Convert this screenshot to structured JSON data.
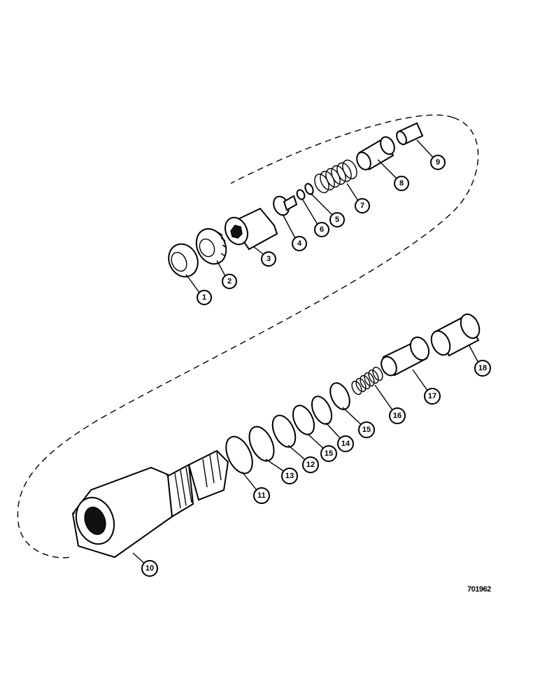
{
  "callouts": [
    {
      "id": "c1",
      "label": "1"
    },
    {
      "id": "c2",
      "label": "2"
    },
    {
      "id": "c3",
      "label": "3"
    },
    {
      "id": "c4",
      "label": "4"
    },
    {
      "id": "c6a",
      "label": "6"
    },
    {
      "id": "c5",
      "label": "5"
    },
    {
      "id": "c7",
      "label": "7"
    },
    {
      "id": "c8",
      "label": "8"
    },
    {
      "id": "c9",
      "label": "9"
    },
    {
      "id": "c10",
      "label": "10"
    },
    {
      "id": "c11",
      "label": "11"
    },
    {
      "id": "c13",
      "label": "13"
    },
    {
      "id": "c12",
      "label": "12"
    },
    {
      "id": "c15a",
      "label": "15"
    },
    {
      "id": "c14",
      "label": "14"
    },
    {
      "id": "c15b",
      "label": "15"
    },
    {
      "id": "c16",
      "label": "16"
    },
    {
      "id": "c17",
      "label": "17"
    },
    {
      "id": "c18",
      "label": "18"
    }
  ],
  "reference_number": "701962"
}
